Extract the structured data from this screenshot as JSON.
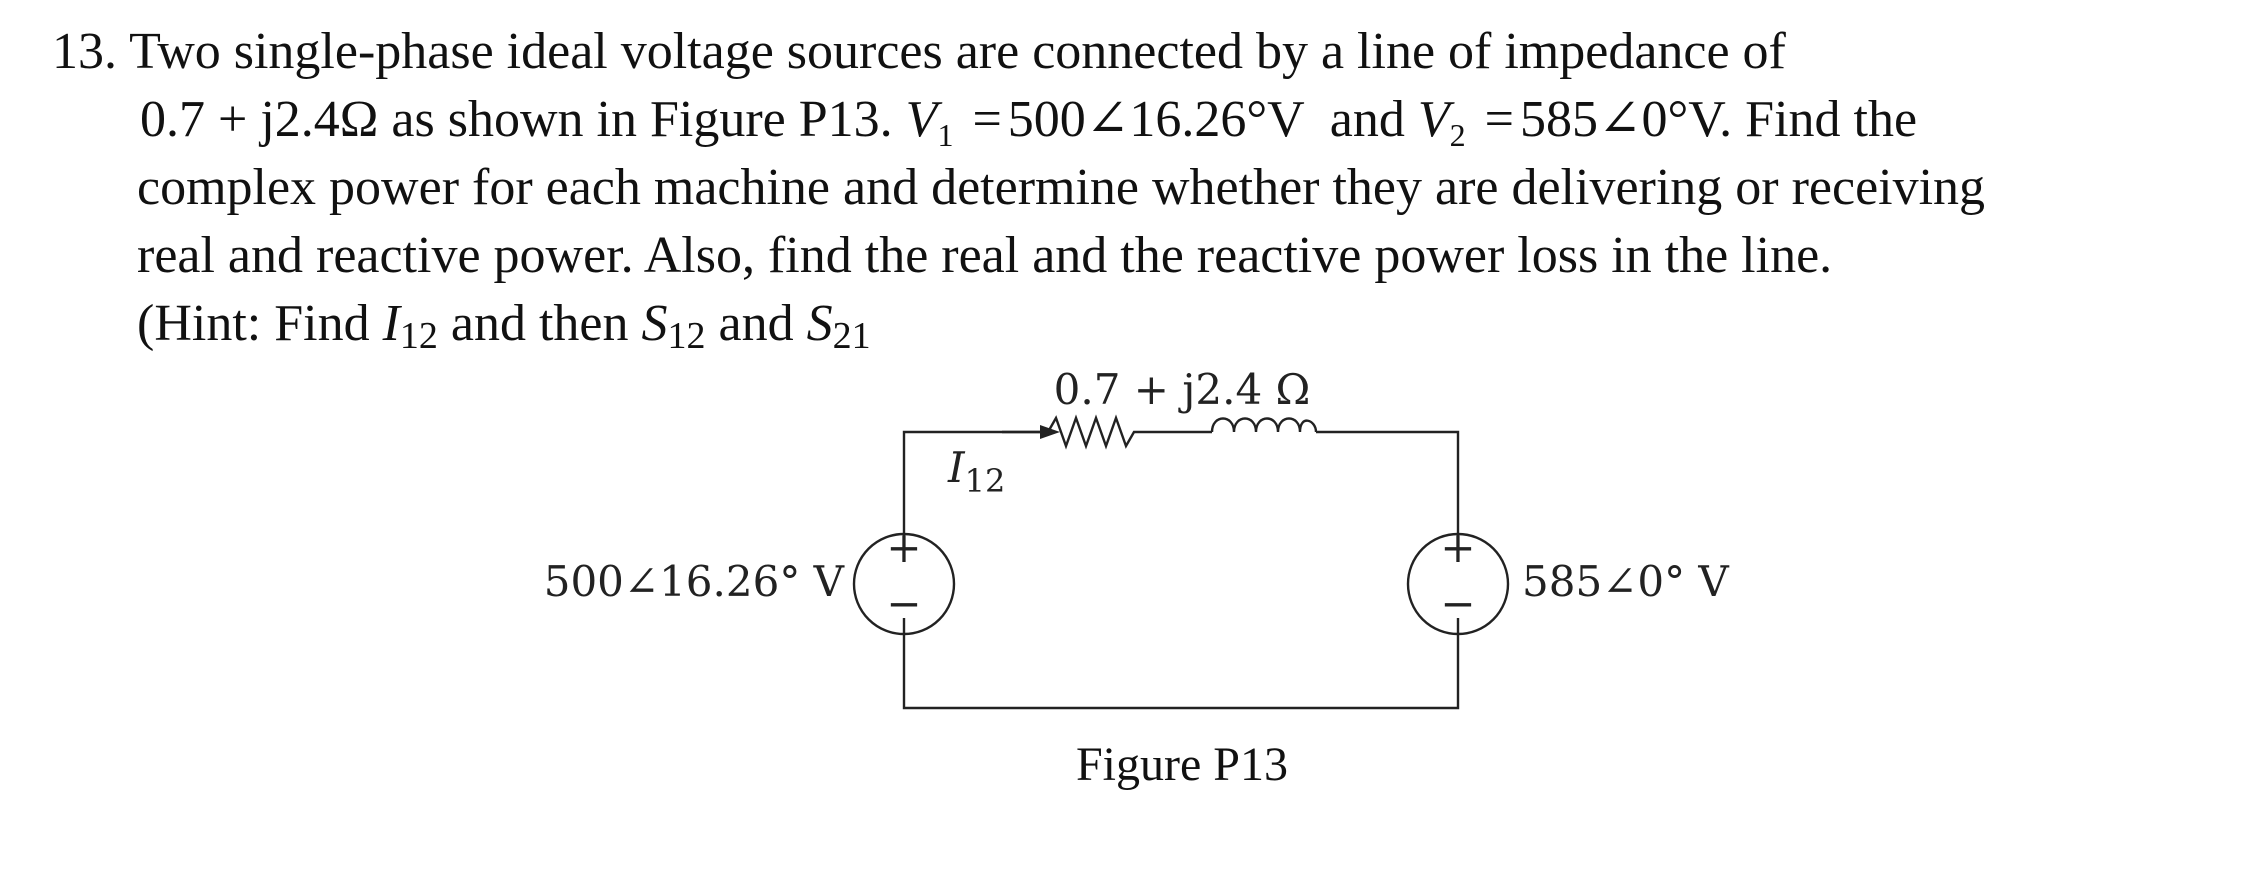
{
  "problem": {
    "number": "13.",
    "line1": "Two single-phase ideal voltage sources are connected by a line of impedance of",
    "line2_impedance": "0.7 + j2.4Ω",
    "line2_mid": "as shown in Figure P13.",
    "v1_symbol": "V",
    "v1_sub": "1",
    "v1_value": "500∠16.26°V",
    "and_text": "and",
    "v2_symbol": "V",
    "v2_sub": "2",
    "v2_value": "585∠0°V",
    "line2_end": ". Find the",
    "line3": "complex power for each machine and determine whether they are delivering or receiving",
    "line4": "real and reactive power. Also, find the real and the reactive power loss in the line.",
    "hint_prefix": "(Hint: Find",
    "hint_i": "I",
    "hint_i_sub": "12",
    "hint_mid": "and then",
    "hint_s1": "S",
    "hint_s1_sub": "12",
    "hint_and": "and",
    "hint_s2": "S",
    "hint_s2_sub": "21"
  },
  "figure": {
    "impedance_label": "0.7 + j2.4 Ω",
    "current_label": "I",
    "current_sub": "12",
    "source_left_label": "500∠16.26° V",
    "source_right_label": "585∠0° V",
    "plus_sign": "+",
    "minus_sign": "−",
    "caption": "Figure P13"
  }
}
